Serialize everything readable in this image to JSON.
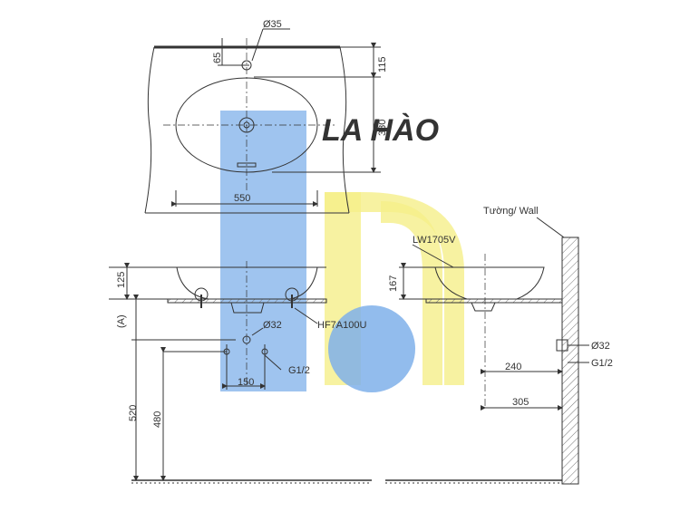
{
  "watermark": {
    "text": "LA HÀO",
    "colors": {
      "blue": "#7fb0ea",
      "yellow": "#f5ef8a",
      "text": "#4a8fe0"
    }
  },
  "top_view": {
    "dims": {
      "hole": "Ø35",
      "hole_offset": "65",
      "top_to_center": "115",
      "depth": "380",
      "width": "550"
    }
  },
  "front_view": {
    "dims": {
      "height": "125",
      "drain": "Ø32",
      "drain_model": "HF7A100U",
      "mount": "(A)",
      "spacing": "150",
      "pipe": "G1/2",
      "total": "520",
      "floor": "480"
    }
  },
  "side_view": {
    "wall_label": "Tường/ Wall",
    "model": "LW1705V",
    "dims": {
      "height": "167",
      "d240": "240",
      "d305": "305",
      "drain": "Ø32",
      "pipe": "G1/2"
    }
  }
}
